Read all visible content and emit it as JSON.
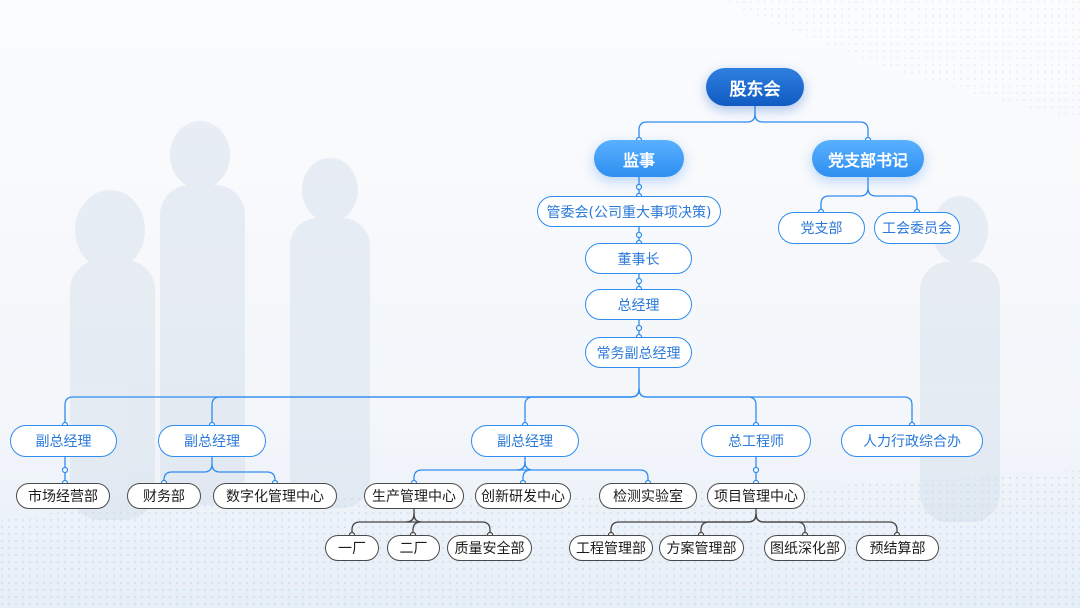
{
  "colors": {
    "line": "#2f8cf0",
    "line_dark": "#444444",
    "accent_dark": "#0f5bc2",
    "accent_light": "#2e8ff0"
  },
  "nodes": {
    "shareholders": "股东会",
    "supervisor": "监事",
    "party_secretary": "党支部书记",
    "management_committee": "管委会(公司重大事项决策)",
    "party_branch": "党支部",
    "union_committee": "工会委员会",
    "chairman": "董事长",
    "general_manager": "总经理",
    "executive_vp": "常务副总经理",
    "deputy_gm_1": "副总经理",
    "deputy_gm_2": "副总经理",
    "deputy_gm_3": "副总经理",
    "chief_engineer": "总工程师",
    "hr_admin_office": "人力行政综合办",
    "marketing_dept": "市场经营部",
    "finance_dept": "财务部",
    "digital_mgmt_center": "数字化管理中心",
    "production_mgmt_center": "生产管理中心",
    "innovation_rd_center": "创新研发中心",
    "testing_lab": "检测实验室",
    "project_mgmt_center": "项目管理中心",
    "plant_1": "一厂",
    "plant_2": "二厂",
    "quality_safety_dept": "质量安全部",
    "engineering_mgmt_dept": "工程管理部",
    "scheme_mgmt_dept": "方案管理部",
    "drawing_detail_dept": "图纸深化部",
    "budget_dept": "预结算部"
  }
}
